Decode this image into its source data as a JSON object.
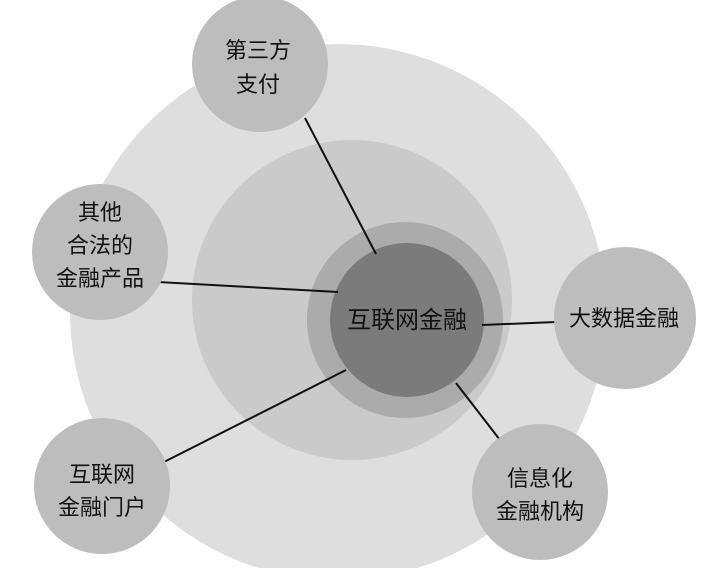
{
  "center": {
    "label": "互联网金融"
  },
  "nodes": {
    "third_party_payment": {
      "lines": [
        "第三方",
        "支付"
      ]
    },
    "other_legal_products": {
      "lines": [
        "其他",
        "合法的",
        "金融产品"
      ]
    },
    "big_data_finance": {
      "lines": [
        "大数据金融"
      ]
    },
    "internet_finance_portal": {
      "lines": [
        "互联网",
        "金融门户"
      ]
    },
    "info_finance_institutions": {
      "lines": [
        "信息化",
        "金融机构"
      ]
    }
  },
  "colors": {
    "outer_ring": "#dedede",
    "middle_ring": "#c9c9c9",
    "inner_ring": "#a9a9a9",
    "core": "#7a7a7a",
    "node_fill": "#bdbdbd",
    "line": "#111111",
    "text": "#111111"
  }
}
